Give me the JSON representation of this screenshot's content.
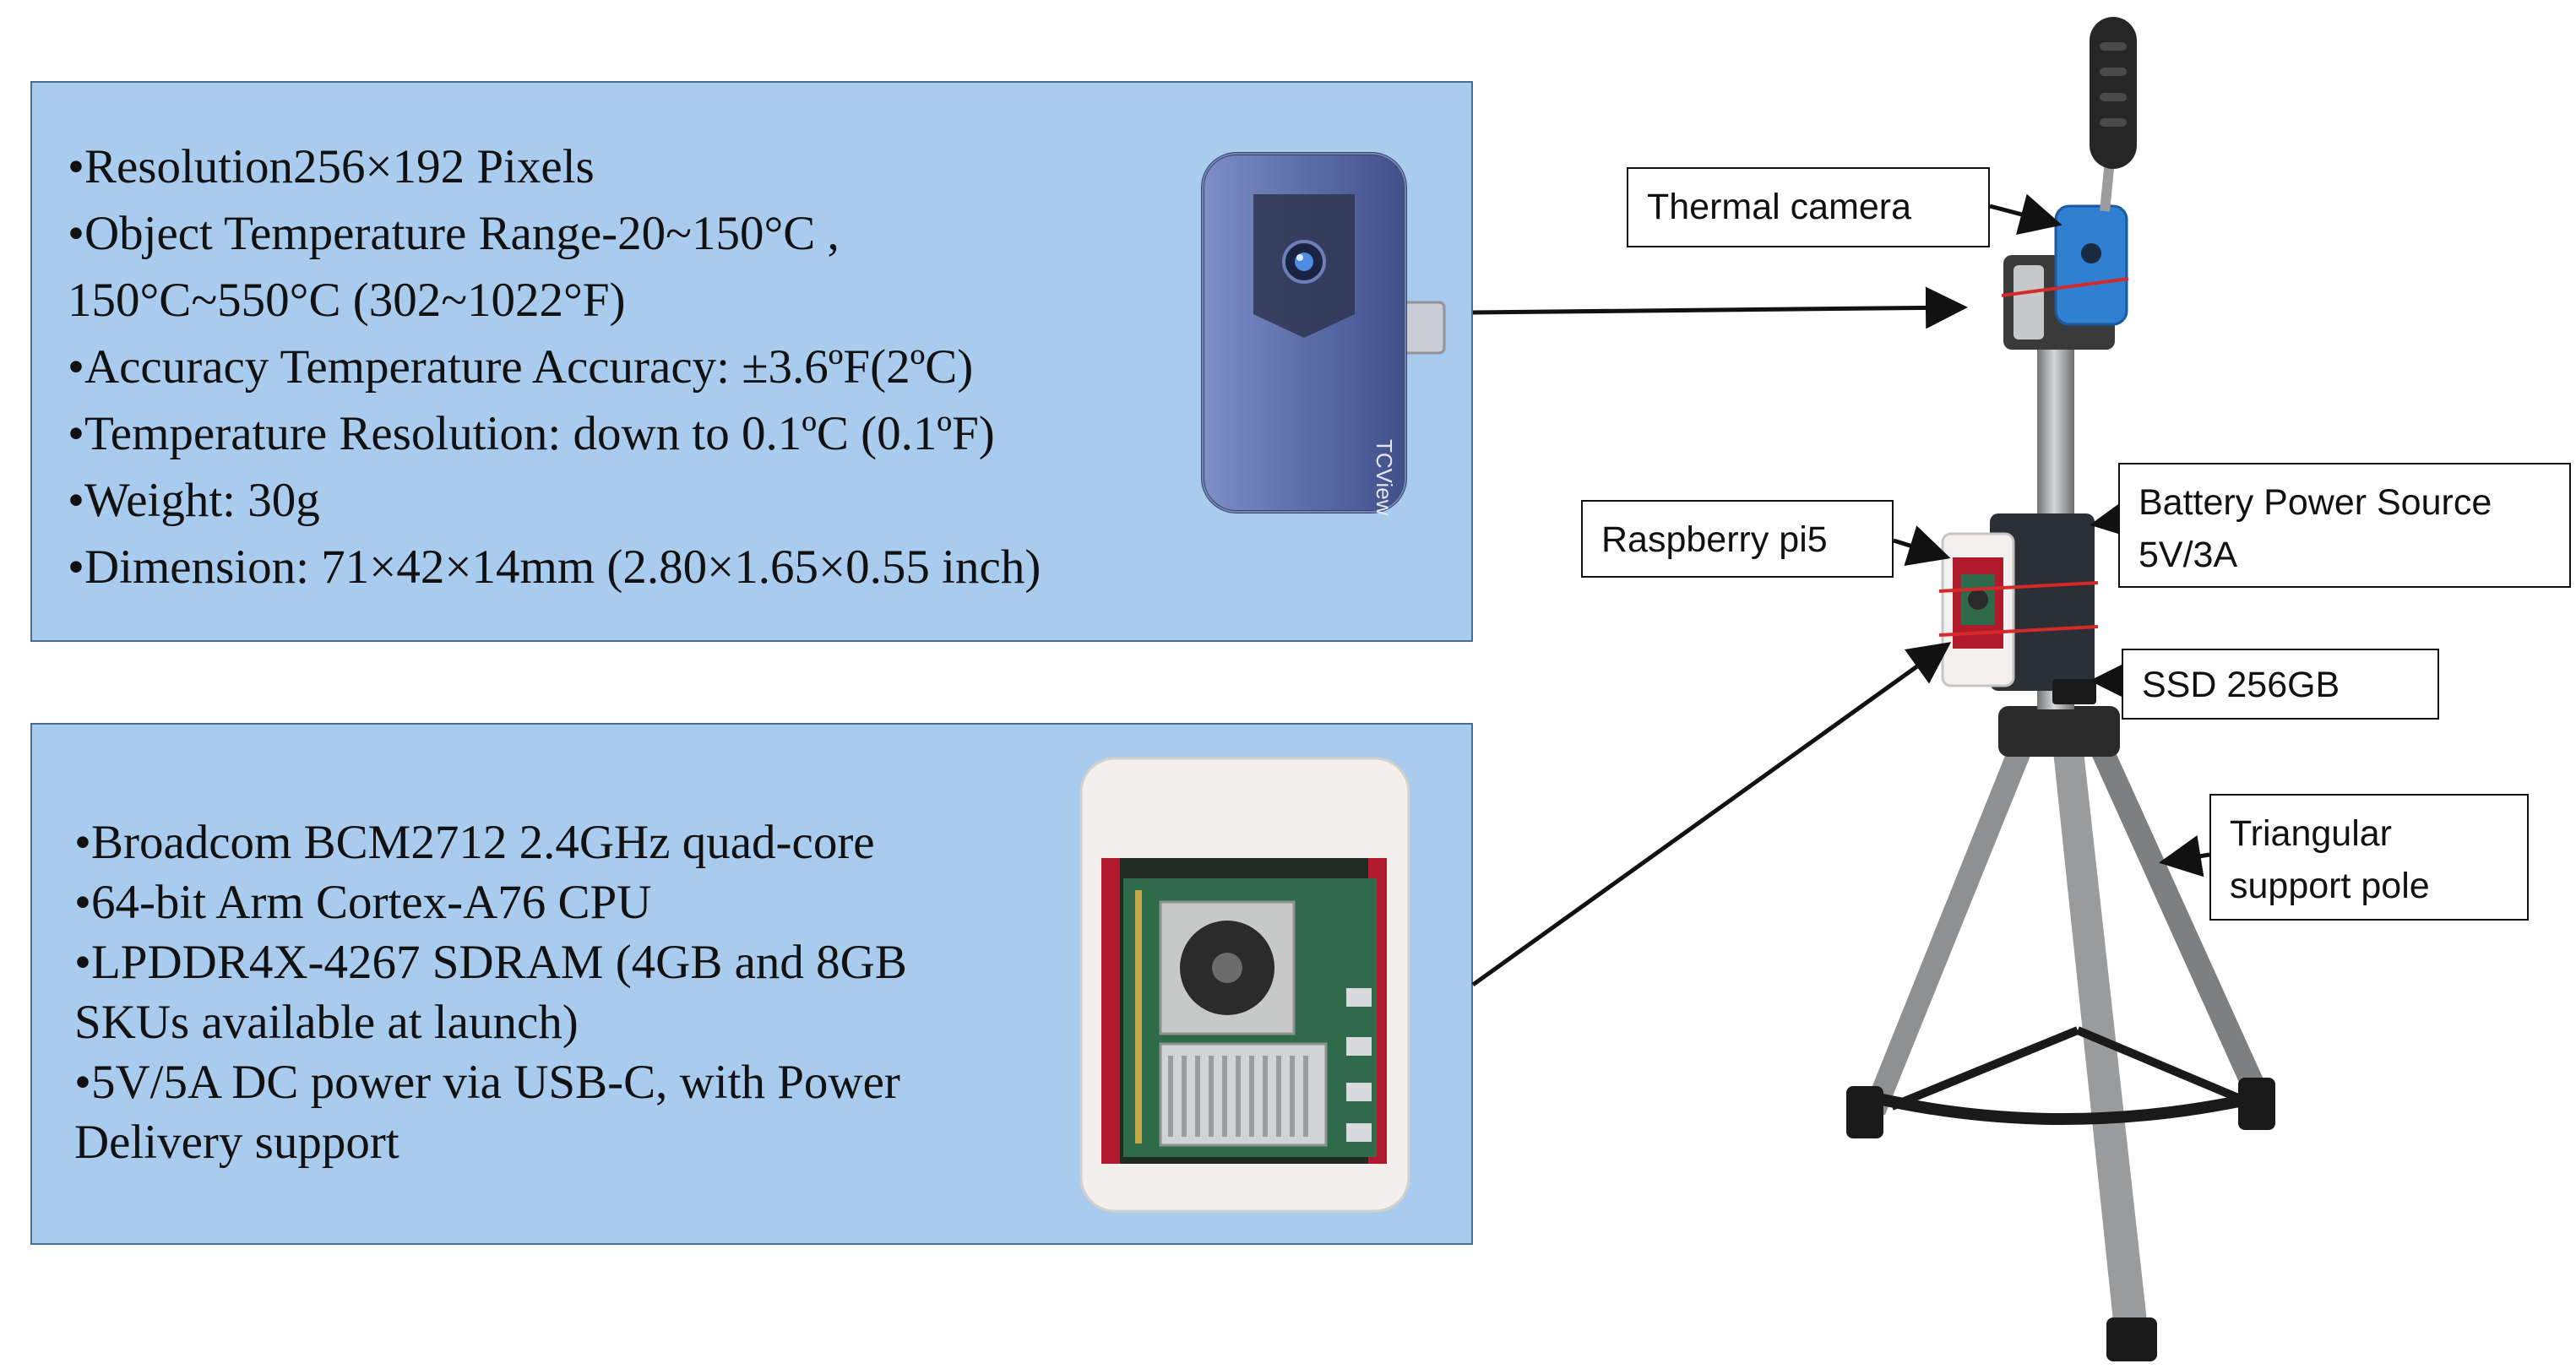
{
  "camera_panel": {
    "specs": [
      "•Resolution256×192 Pixels",
      "•Object Temperature Range-20~150°C ,",
      "150°C~550°C (302~1022°F)",
      "•Accuracy Temperature Accuracy: ±3.6ºF(2ºC)",
      "•Temperature Resolution: down to 0.1ºC (0.1ºF)",
      "•Weight: 30g",
      "•Dimension: 71×42×14mm (2.80×1.65×0.55 inch)"
    ],
    "device_brand": "TCView"
  },
  "pi_panel": {
    "specs": [
      "•Broadcom BCM2712 2.4GHz quad-core",
      "•64-bit Arm Cortex-A76 CPU",
      "•LPDDR4X-4267 SDRAM (4GB and 8GB",
      "SKUs available at launch)",
      "•5V/5A DC power via USB-C, with Power",
      "Delivery support"
    ]
  },
  "callouts": {
    "thermal_camera": "Thermal camera",
    "battery": "Battery Power Source\n5V/3A",
    "raspberry_pi": "Raspberry pi5",
    "ssd": "SSD 256GB",
    "tripod": "Triangular\nsupport pole"
  },
  "colors": {
    "panel_fill": "#a9cbee",
    "camera_body": "#5c6ea8",
    "pi_case": "#f2efec",
    "pi_board_red": "#b01a2c",
    "tripod_metal": "#8f9091"
  }
}
